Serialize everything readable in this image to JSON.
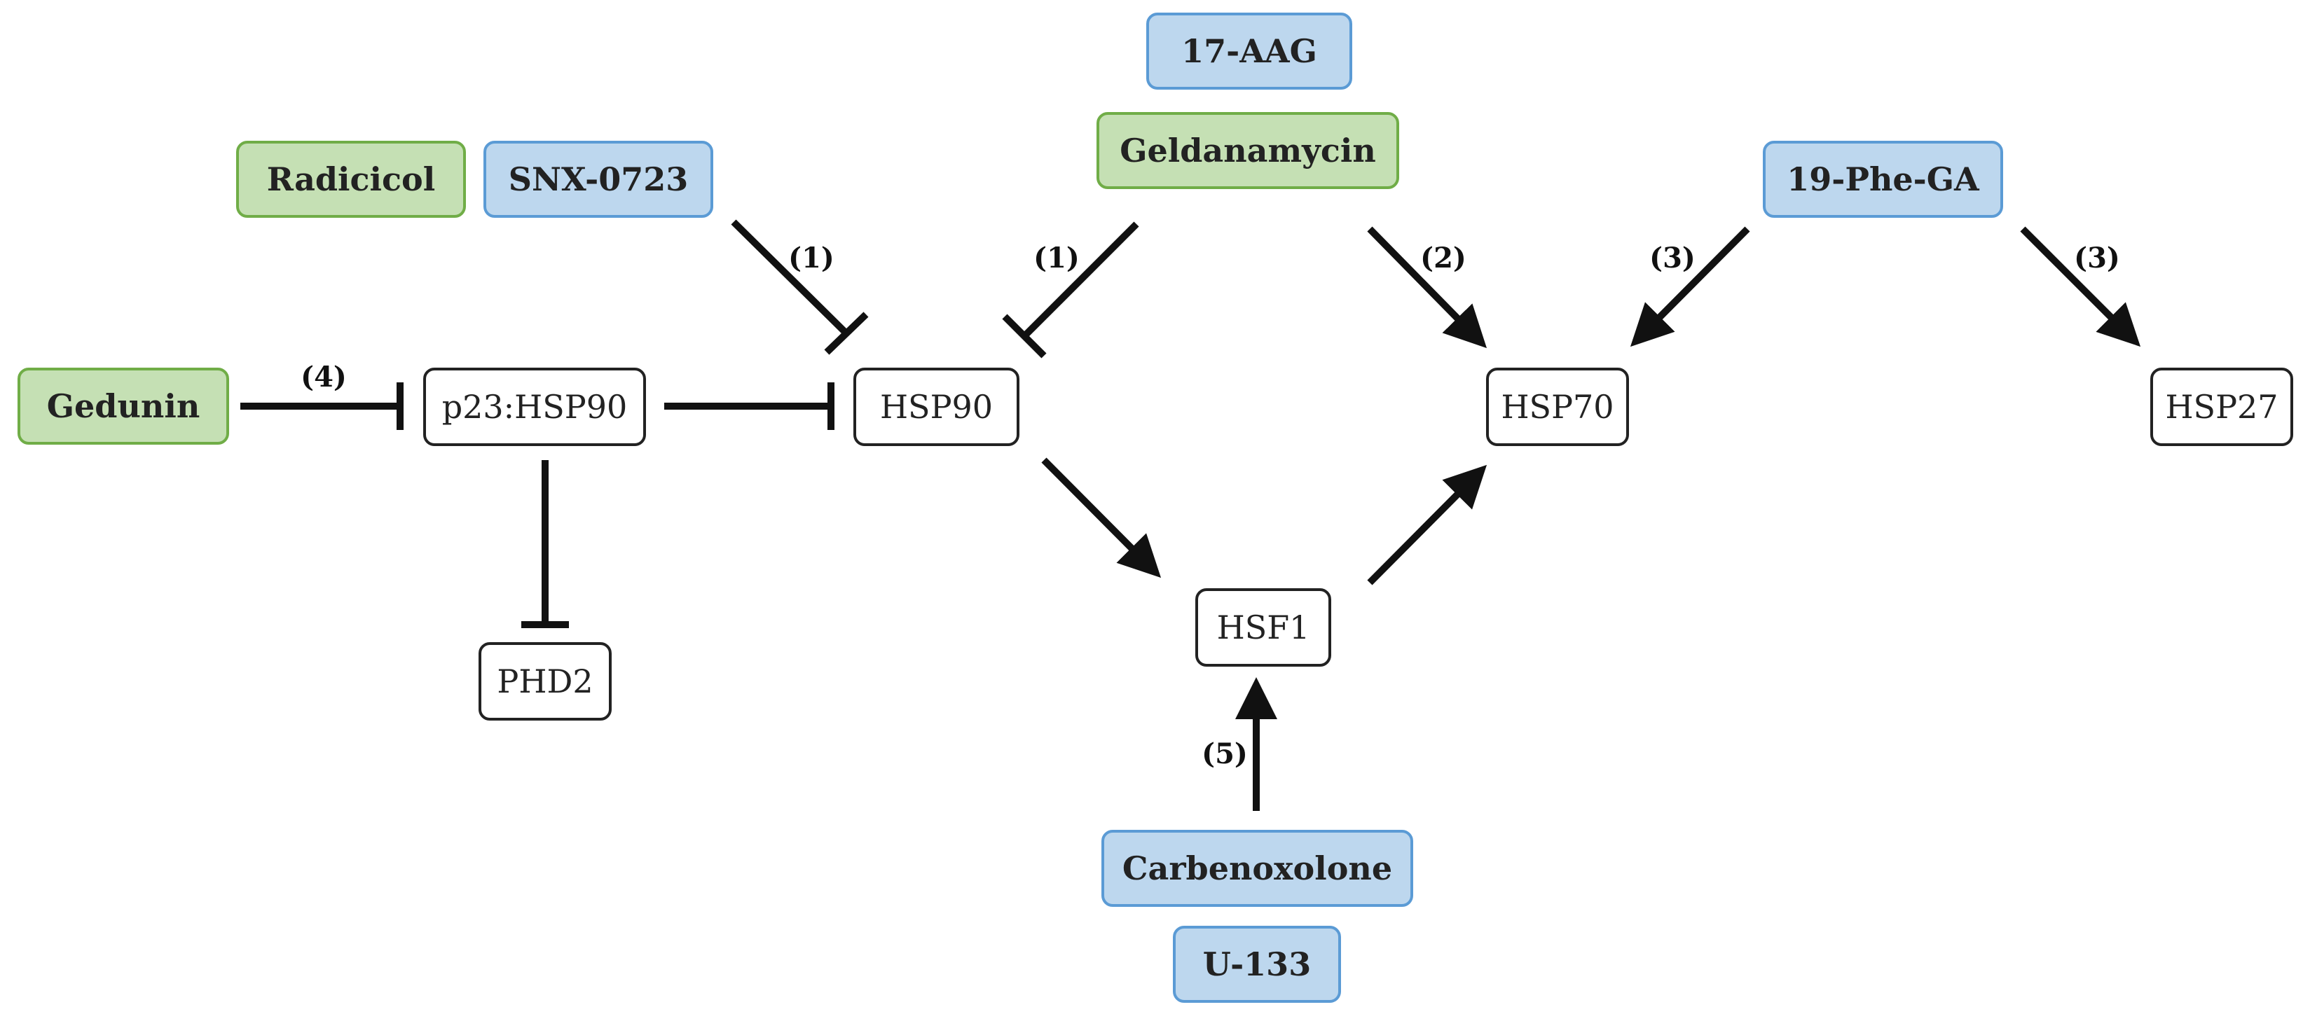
{
  "nodes": {
    "aag17": "17-AAG",
    "geldanamycin": "Geldanamycin",
    "radicicol": "Radicicol",
    "snx0723": "SNX-0723",
    "phe19ga": "19-Phe-GA",
    "gedunin": "Gedunin",
    "p23hsp90": "p23:HSP90",
    "hsp90": "HSP90",
    "hsp70": "HSP70",
    "hsp27": "HSP27",
    "hsf1": "HSF1",
    "phd2": "PHD2",
    "carbenoxolone": "Carbenoxolone",
    "u133": "U-133"
  },
  "edges": [
    {
      "from": "SNX-0723 / Radicicol",
      "to": "HSP90",
      "type": "inhibition",
      "label": "(1)"
    },
    {
      "from": "Geldanamycin / 17-AAG",
      "to": "HSP90",
      "type": "inhibition",
      "label": "(1)"
    },
    {
      "from": "Geldanamycin / 17-AAG",
      "to": "HSP70",
      "type": "activation",
      "label": "(2)"
    },
    {
      "from": "19-Phe-GA",
      "to": "HSP70",
      "type": "activation",
      "label": "(3)"
    },
    {
      "from": "19-Phe-GA",
      "to": "HSP27",
      "type": "activation",
      "label": "(3)"
    },
    {
      "from": "Gedunin",
      "to": "p23:HSP90",
      "type": "inhibition",
      "label": "(4)"
    },
    {
      "from": "p23:HSP90",
      "to": "HSP90",
      "type": "inhibition",
      "label": ""
    },
    {
      "from": "p23:HSP90",
      "to": "PHD2",
      "type": "inhibition",
      "label": ""
    },
    {
      "from": "HSP90",
      "to": "HSF1",
      "type": "activation",
      "label": ""
    },
    {
      "from": "HSF1",
      "to": "HSP70",
      "type": "activation",
      "label": ""
    },
    {
      "from": "Carbenoxolone / U-133",
      "to": "HSF1",
      "type": "activation",
      "label": "(5)"
    }
  ],
  "colors": {
    "blue_fill": "#bdd7ee",
    "blue_border": "#5b9bd5",
    "green_fill": "#c5e0b4",
    "green_border": "#70ad47",
    "line": "#111111"
  }
}
